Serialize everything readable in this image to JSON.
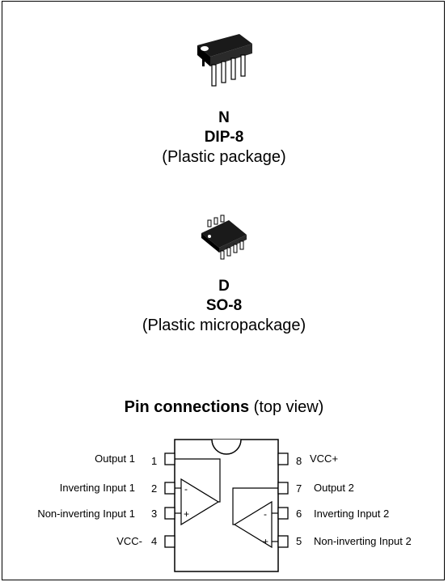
{
  "packages": [
    {
      "code": "N",
      "name": "DIP-8",
      "description": "(Plastic package)"
    },
    {
      "code": "D",
      "name": "SO-8",
      "description": "(Plastic micropackage)"
    }
  ],
  "pin_connections": {
    "title": "Pin connections",
    "subtitle": "(top view)",
    "left_pins": [
      {
        "number": "1",
        "label": "Output 1"
      },
      {
        "number": "2",
        "label": "Inverting Input 1"
      },
      {
        "number": "3",
        "label": "Non-inverting Input 1"
      },
      {
        "number": "4",
        "label": "VCC-"
      }
    ],
    "right_pins": [
      {
        "number": "8",
        "label": "VCC+"
      },
      {
        "number": "7",
        "label": "Output 2"
      },
      {
        "number": "6",
        "label": "Inverting Input 2"
      },
      {
        "number": "5",
        "label": "Non-inverting Input 2"
      }
    ],
    "opamp_symbols": [
      "-",
      "+",
      "-",
      "+"
    ]
  }
}
